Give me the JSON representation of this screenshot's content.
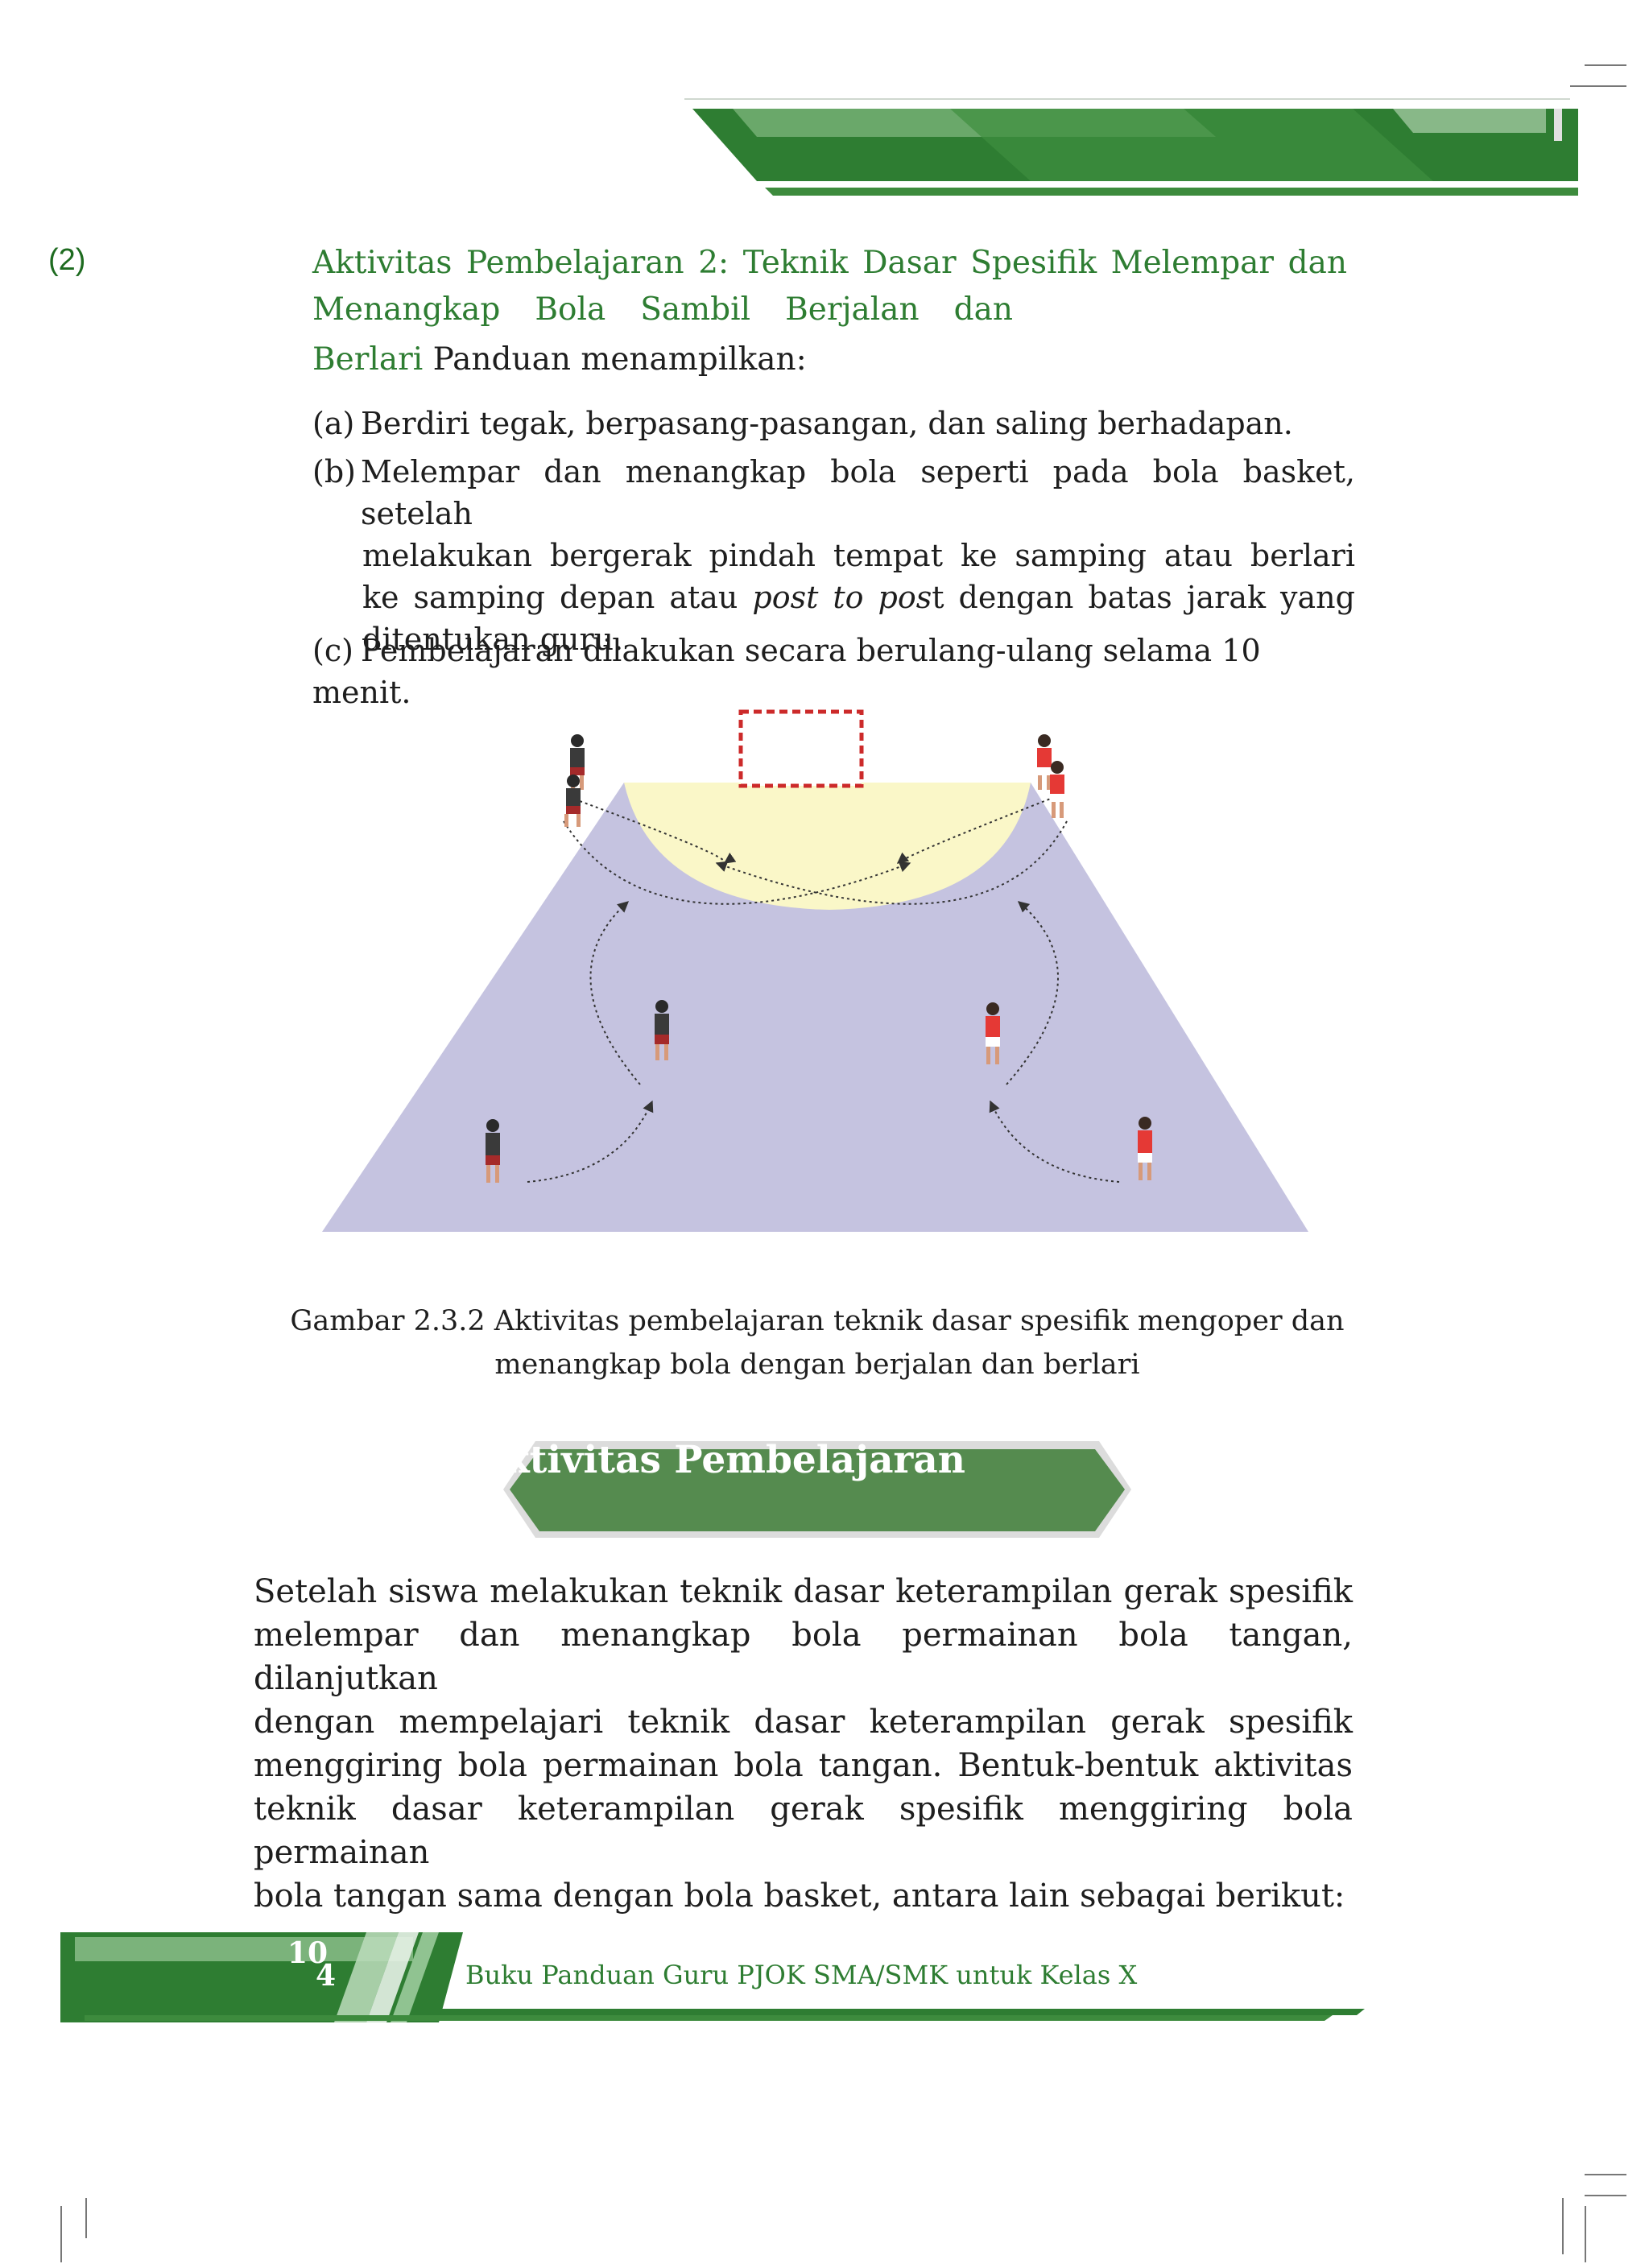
{
  "section_marker": "(2)",
  "heading": {
    "line1_words": [
      "Aktivitas",
      "Pembelajaran",
      "2:",
      "Teknik",
      "Dasar",
      "Spesifik",
      "Melempar",
      "dan"
    ],
    "line2_words": [
      "Menangkap",
      "Bola",
      "Sambil",
      "Berjalan",
      "dan"
    ],
    "line3_green": "Berlari",
    "line3_rest": " Panduan menampilkan:"
  },
  "items": {
    "a": {
      "marker": "(a)",
      "text": "Berdiri tegak, berpasang-pasangan, dan saling berhadapan."
    },
    "b": {
      "marker": "(b)",
      "line1": "Melempar dan menangkap bola seperti pada bola basket, setelah",
      "line2": "melakukan bergerak pindah tempat ke samping atau berlari",
      "line3_pre": "ke samping depan atau ",
      "line3_italic": "post to pos",
      "line3_post": "t dengan batas jarak yang",
      "line4": "ditentukan guru."
    },
    "c": {
      "marker": "(c)",
      "text": "Pembelajaran dilakukan secara berulang-ulang selama 10 menit."
    }
  },
  "figure": {
    "colors": {
      "court": "#c5c3e0",
      "goal_area": "#faf7c8",
      "team_dark": "#3a3a3a",
      "team_red": "#e53935",
      "shorts_dark": "#a52a2a"
    }
  },
  "caption": {
    "line1": "Gambar 2.3.2 Aktivitas pembelajaran teknik dasar spesifik mengoper dan",
    "line2": "menangkap bola dengan berjalan dan berlari"
  },
  "activity_banner": {
    "title": "ktivitas Pembelajaran",
    "color": "#558b4f"
  },
  "paragraph": [
    "Setelah siswa melakukan teknik dasar keterampilan gerak spesifik",
    "melempar dan menangkap bola permainan bola tangan, dilanjutkan",
    "dengan mempelajari teknik dasar keterampilan gerak spesifik",
    "menggiring bola permainan bola tangan. Bentuk-bentuk aktivitas",
    "teknik dasar keterampilan gerak spesifik menggiring bola permainan",
    "bola tangan sama dengan bola basket, antara lain sebagai berikut:"
  ],
  "footer": {
    "page_a": "10",
    "page_b": "4",
    "book_title": "Buku Panduan Guru PJOK SMA/SMK untuk Kelas X",
    "brand_green": "#2e7d32"
  }
}
